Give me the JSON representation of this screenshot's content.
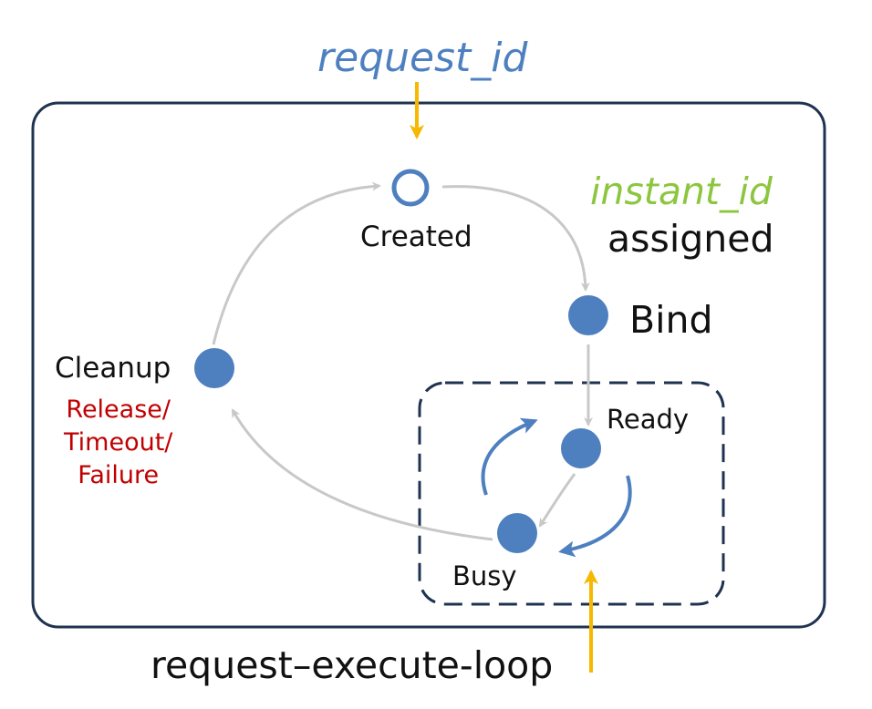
{
  "labels": {
    "request_id": "request_id",
    "instant_id": "instant_id",
    "assigned": "assigned",
    "loop": "request–execute-loop"
  },
  "states": {
    "created": "Created",
    "bind": "Bind",
    "ready": "Ready",
    "busy": "Busy",
    "cleanup": "Cleanup"
  },
  "cleanup_reasons": [
    "Release/",
    "Timeout/",
    "Failure"
  ],
  "colors": {
    "frame": "#1f3350",
    "node": "#4e80c0",
    "transition": "#c8c8c8",
    "input_arrow": "#f6b800",
    "loop_arrow": "#4e80c0",
    "request_id_text": "#4e80c0",
    "instant_id_text": "#8cc63f",
    "reason_text": "#c00000"
  }
}
